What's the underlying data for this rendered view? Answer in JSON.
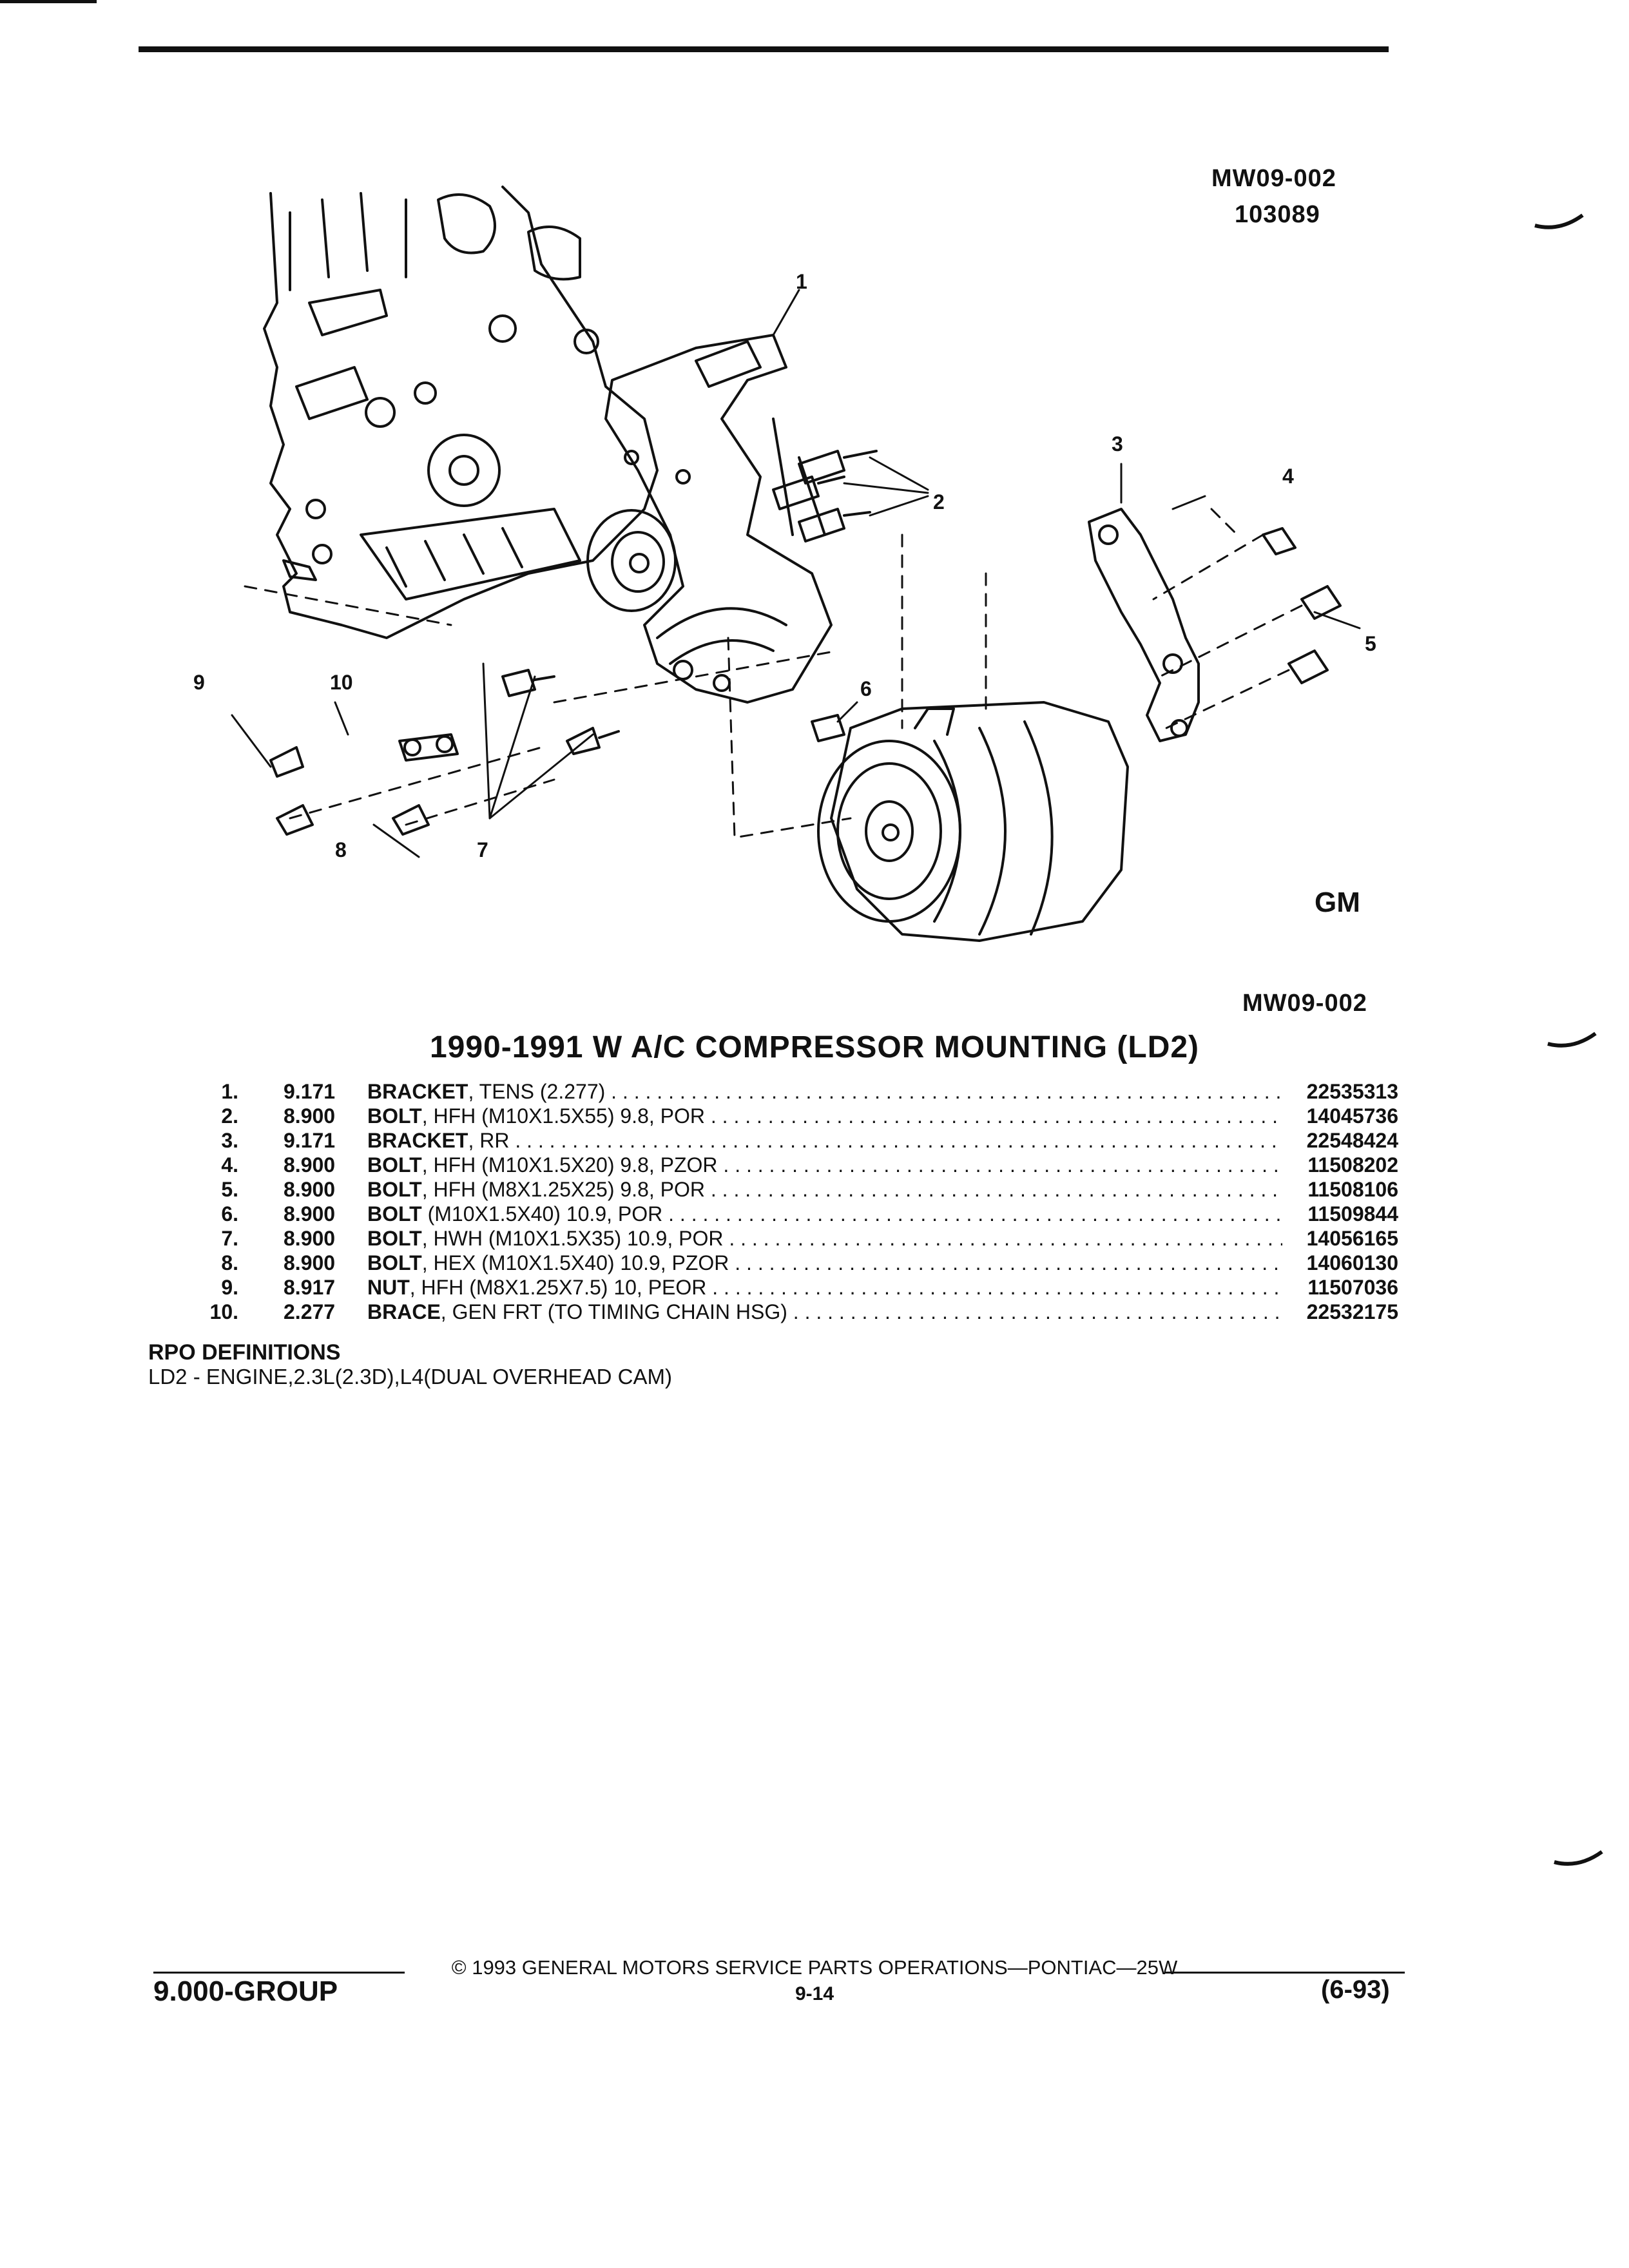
{
  "header": {
    "figure_code": "MW09-002",
    "figure_date": "103089"
  },
  "diagram": {
    "callouts": [
      "1",
      "2",
      "3",
      "4",
      "5",
      "6",
      "7",
      "8",
      "9",
      "10"
    ],
    "logo_text": "GM"
  },
  "figure_code_bottom": "MW09-002",
  "title": "1990-1991 W A/C COMPRESSOR MOUNTING (LD2)",
  "parts": [
    {
      "num": "1.",
      "group": "9.171",
      "name": "BRACKET",
      "spec": ", TENS (2.277)",
      "part": "22535313"
    },
    {
      "num": "2.",
      "group": "8.900",
      "name": "BOLT",
      "spec": ", HFH (M10X1.5X55) 9.8, POR",
      "part": "14045736"
    },
    {
      "num": "3.",
      "group": "9.171",
      "name": "BRACKET",
      "spec": ", RR",
      "part": "22548424"
    },
    {
      "num": "4.",
      "group": "8.900",
      "name": "BOLT",
      "spec": ", HFH (M10X1.5X20) 9.8, PZOR",
      "part": "11508202"
    },
    {
      "num": "5.",
      "group": "8.900",
      "name": "BOLT",
      "spec": ", HFH (M8X1.25X25) 9.8, POR",
      "part": "11508106"
    },
    {
      "num": "6.",
      "group": "8.900",
      "name": "BOLT",
      "spec": " (M10X1.5X40) 10.9, POR",
      "part": "11509844"
    },
    {
      "num": "7.",
      "group": "8.900",
      "name": "BOLT",
      "spec": ", HWH (M10X1.5X35) 10.9, POR",
      "part": "14056165"
    },
    {
      "num": "8.",
      "group": "8.900",
      "name": "BOLT",
      "spec": ", HEX (M10X1.5X40) 10.9, PZOR",
      "part": "14060130"
    },
    {
      "num": "9.",
      "group": "8.917",
      "name": "NUT",
      "spec": ", HFH (M8X1.25X7.5) 10, PEOR",
      "part": "11507036"
    },
    {
      "num": "10.",
      "group": "2.277",
      "name": "BRACE",
      "spec": ", GEN FRT (TO TIMING CHAIN HSG)",
      "part": "22532175"
    }
  ],
  "rpo": {
    "heading": "RPO DEFINITIONS",
    "definition": "LD2 - ENGINE,2.3L(2.3D),L4(DUAL OVERHEAD CAM)"
  },
  "footer": {
    "copyright": "© 1993 GENERAL MOTORS SERVICE PARTS OPERATIONS—PONTIAC—25W",
    "page": "9-14",
    "group": "9.000-GROUP",
    "revision": "(6-93)"
  }
}
